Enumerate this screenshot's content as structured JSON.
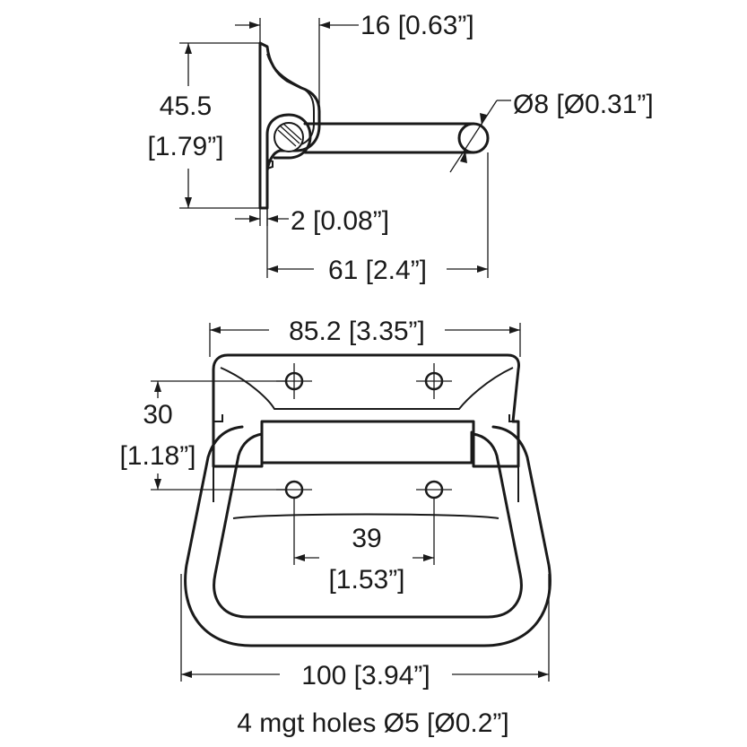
{
  "side_view": {
    "dims": {
      "width_top": "16 [0.63”]",
      "height_value": "45.5",
      "height_inch": "[1.79”]",
      "rod_diameter": "Ø8 [Ø0.31”]",
      "thickness": "2 [0.08”]",
      "projection": "61 [2.4”]"
    }
  },
  "front_view": {
    "dims": {
      "plate_width": "85.2 [3.35”]",
      "hole_vertical_value": "30",
      "hole_vertical_inch": "[1.18”]",
      "hole_horizontal_value": "39",
      "hole_horizontal_inch": "[1.53”]",
      "handle_width": "100 [3.94”]"
    },
    "note": "4 mgt holes Ø5 [Ø0.2”]"
  }
}
